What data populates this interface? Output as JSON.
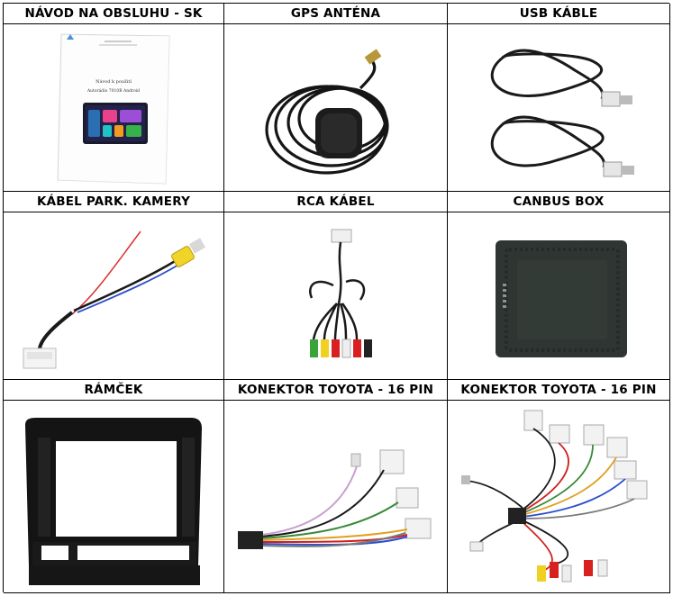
{
  "items": [
    {
      "label": "NÁVOD NA OBSLUHU - SK",
      "icon": "manual-booklet-image",
      "manual_title": "Návod k použití",
      "manual_subtitle": "Autorádio 7010B Android"
    },
    {
      "label": "GPS ANTÉNA",
      "icon": "gps-antenna-image"
    },
    {
      "label": "USB KÁBLE",
      "icon": "usb-cables-image"
    },
    {
      "label": "KÁBEL PARK. KAMERY",
      "icon": "parking-camera-cable-image"
    },
    {
      "label": "RCA KÁBEL",
      "icon": "rca-cable-image"
    },
    {
      "label": "CANBUS BOX",
      "icon": "canbus-box-image"
    },
    {
      "label": "RÁMČEK",
      "icon": "frame-image"
    },
    {
      "label": "KONEKTOR TOYOTA - 16 PIN",
      "icon": "toyota-connector-image"
    },
    {
      "label": "KONEKTOR TOYOTA - 16 PIN",
      "icon": "toyota-connector-bundle-image"
    }
  ]
}
